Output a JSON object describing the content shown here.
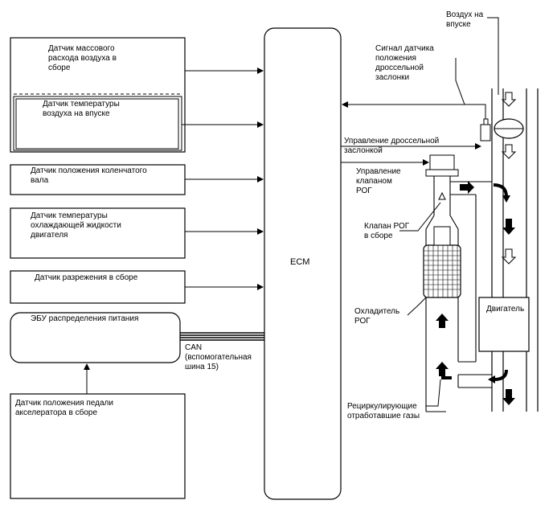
{
  "sensors": {
    "maf": "Датчик массового\nрасхода воздуха в\nсборе",
    "iat": "Датчик температуры\nвоздуха на впуске",
    "ckp": "Датчик положения коленчатого\nвала",
    "ect": "Датчик температуры\nохлаждающей жидкости\nдвигателя",
    "map": "Датчик разрежения в сборе",
    "pdu": "ЭБУ распределения питания",
    "app": "Датчик положения педали\nакселератора в сборе"
  },
  "ecm": {
    "label": "ECM"
  },
  "bus": {
    "label": "CAN\n(вспомогательная\nшина 15)"
  },
  "right_labels": {
    "intake_air": "Воздух на\nвпуске",
    "tps_signal": "Сигнал датчика\nположения\nдроссельной\nзаслонки",
    "throttle_control": "Управление дроссельной\nзаслонкой",
    "egr_control": "Управление\nклапаном\nРОГ",
    "egr_valve": "Клапан РОГ\nв сборе",
    "egr_cooler": "Охладитель\nРОГ",
    "engine": "Двигатель",
    "recirc": "Рециркулирующие\nотработавшие газы"
  }
}
